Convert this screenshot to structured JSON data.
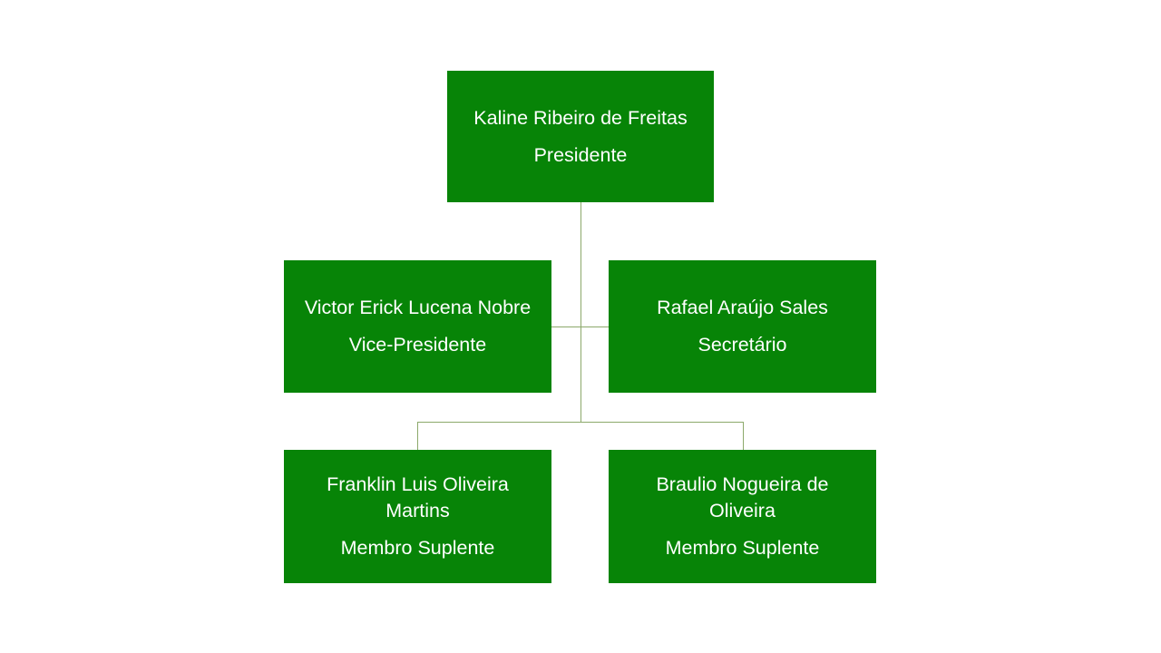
{
  "org_chart": {
    "type": "organizational-hierarchy",
    "theme": {
      "node_fill": "#078407",
      "node_text": "#ffffff",
      "connector_color": "#8ca96b",
      "background": "#ffffff"
    },
    "nodes": [
      {
        "id": "president",
        "name": "Kaline Ribeiro de Freitas",
        "role": "Presidente",
        "level": 1
      },
      {
        "id": "vice-president",
        "name": "Victor Erick Lucena Nobre",
        "role": "Vice-Presidente",
        "level": 2
      },
      {
        "id": "secretary",
        "name": "Rafael Araújo Sales",
        "role": "Secretário",
        "level": 2
      },
      {
        "id": "alternate-member-1",
        "name": "Franklin Luis Oliveira\nMartins",
        "role": "Membro Suplente",
        "level": 3
      },
      {
        "id": "alternate-member-2",
        "name": "Braulio Nogueira de\nOliveira",
        "role": "Membro Suplente",
        "level": 3
      }
    ]
  }
}
